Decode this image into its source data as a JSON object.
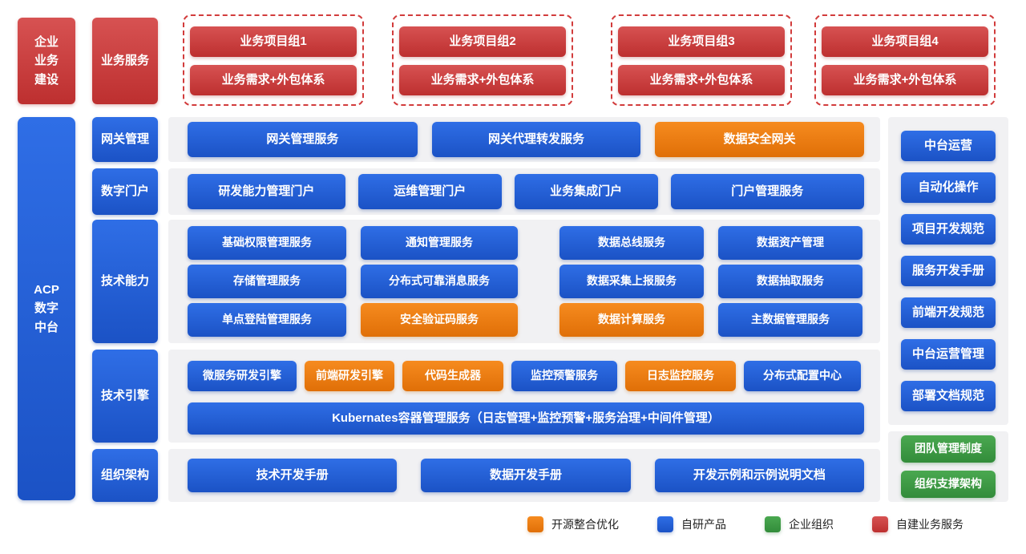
{
  "colors": {
    "blue": "#1d57cc",
    "orange": "#ee7a12",
    "red": "#c53434",
    "green": "#3a9a43",
    "panel_gray": "#f1f1f3"
  },
  "top": {
    "pillar_primary": "企业\n业务\n建设",
    "pillar_secondary": "业务服务",
    "groups": [
      {
        "title": "业务项目组1",
        "subtitle": "业务需求+外包体系"
      },
      {
        "title": "业务项目组2",
        "subtitle": "业务需求+外包体系"
      },
      {
        "title": "业务项目组3",
        "subtitle": "业务需求+外包体系"
      },
      {
        "title": "业务项目组4",
        "subtitle": "业务需求+外包体系"
      }
    ]
  },
  "platform": {
    "label": "ACP\n数字\n中台"
  },
  "categories": [
    {
      "label": "网关管理"
    },
    {
      "label": "数字门户"
    },
    {
      "label": "技术能力"
    },
    {
      "label": "技术引擎"
    },
    {
      "label": "组织架构"
    }
  ],
  "gateway_row": {
    "items": [
      {
        "label": "网关管理服务",
        "type": "blue"
      },
      {
        "label": "网关代理转发服务",
        "type": "blue"
      },
      {
        "label": "数据安全网关",
        "type": "orange"
      }
    ]
  },
  "portal_row": {
    "items": [
      {
        "label": "研发能力管理门户"
      },
      {
        "label": "运维管理门户"
      },
      {
        "label": "业务集成门户"
      },
      {
        "label": "门户管理服务"
      }
    ]
  },
  "capability_grid": {
    "rows": [
      [
        {
          "label": "基础权限管理服务",
          "type": "blue"
        },
        {
          "label": "通知管理服务",
          "type": "blue"
        },
        {
          "label": "数据总线服务",
          "type": "blue"
        },
        {
          "label": "数据资产管理",
          "type": "blue"
        }
      ],
      [
        {
          "label": "存储管理服务",
          "type": "blue"
        },
        {
          "label": "分布式可靠消息服务",
          "type": "blue"
        },
        {
          "label": "数据采集上报服务",
          "type": "blue"
        },
        {
          "label": "数据抽取服务",
          "type": "blue"
        }
      ],
      [
        {
          "label": "单点登陆管理服务",
          "type": "blue"
        },
        {
          "label": "安全验证码服务",
          "type": "orange"
        },
        {
          "label": "数据计算服务",
          "type": "orange"
        },
        {
          "label": "主数据管理服务",
          "type": "blue"
        }
      ]
    ]
  },
  "engine_row": {
    "items": [
      {
        "label": "微服务研发引擎",
        "type": "blue"
      },
      {
        "label": "前端研发引擎",
        "type": "orange"
      },
      {
        "label": "代码生成器",
        "type": "orange"
      },
      {
        "label": "监控预警服务",
        "type": "blue"
      },
      {
        "label": "日志监控服务",
        "type": "orange"
      },
      {
        "label": "分布式配置中心",
        "type": "blue"
      }
    ],
    "kubernetes": "Kubernates容器管理服务（日志管理+监控预警+服务治理+中间件管理）"
  },
  "org_row": {
    "items": [
      {
        "label": "技术开发手册"
      },
      {
        "label": "数据开发手册"
      },
      {
        "label": "开发示例和示例说明文档"
      }
    ]
  },
  "right_column": {
    "items": [
      {
        "label": "中台运营"
      },
      {
        "label": "自动化操作"
      },
      {
        "label": "项目开发规范"
      },
      {
        "label": "服务开发手册"
      },
      {
        "label": "前端开发规范"
      },
      {
        "label": "中台运营管理"
      },
      {
        "label": "部署文档规范"
      }
    ],
    "green_items": [
      {
        "label": "团队管理制度"
      },
      {
        "label": "组织支撑架构"
      }
    ]
  },
  "legend": {
    "items": [
      {
        "label": "开源整合优化",
        "color": "orange"
      },
      {
        "label": "自研产品",
        "color": "blue"
      },
      {
        "label": "企业组织",
        "color": "green"
      },
      {
        "label": "自建业务服务",
        "color": "red"
      }
    ]
  }
}
